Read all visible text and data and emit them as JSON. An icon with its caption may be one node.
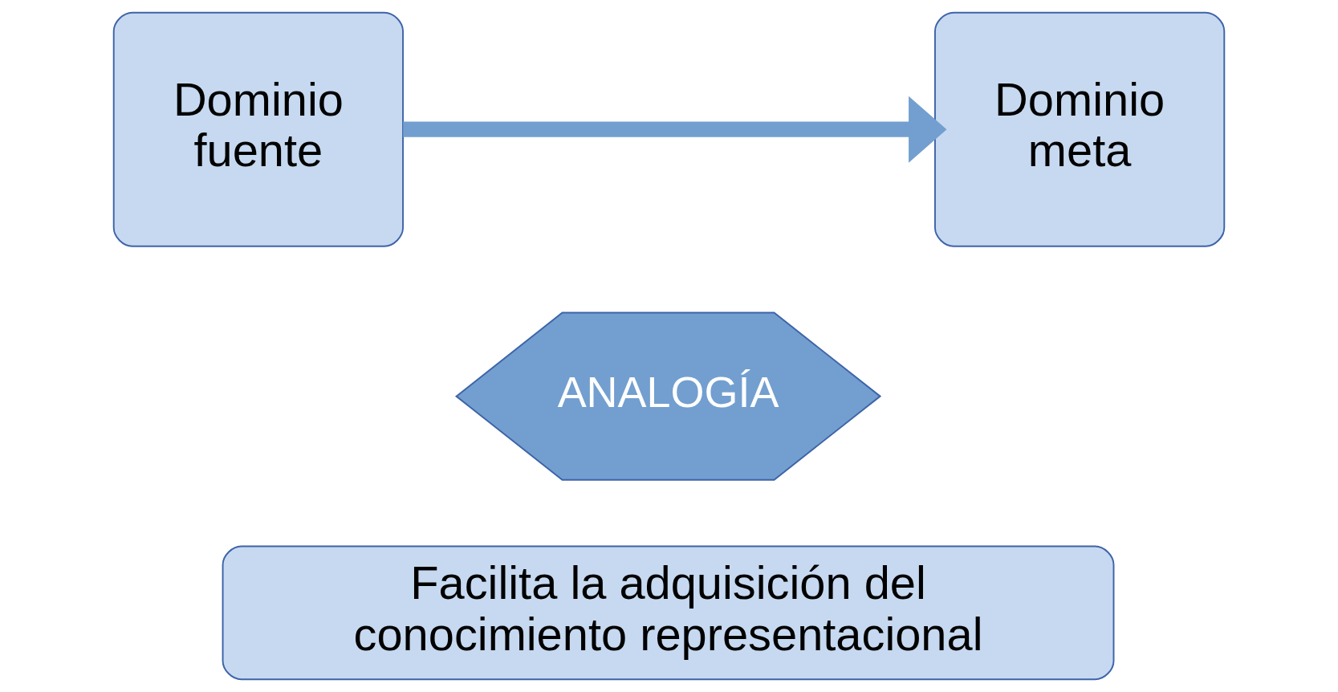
{
  "diagram": {
    "nodes": [
      {
        "text": [
          "Dominio fuente"
        ]
      },
      {
        "text": [
          "Dominio meta"
        ]
      },
      {
        "text": [
          "ANALOGÍA"
        ]
      },
      {
        "text": [
          "Facilita la adquisición del conocimiento representacional"
        ]
      }
    ],
    "edges": [
      {
        "from": 0,
        "to": 1,
        "arrow": "to"
      }
    ]
  }
}
